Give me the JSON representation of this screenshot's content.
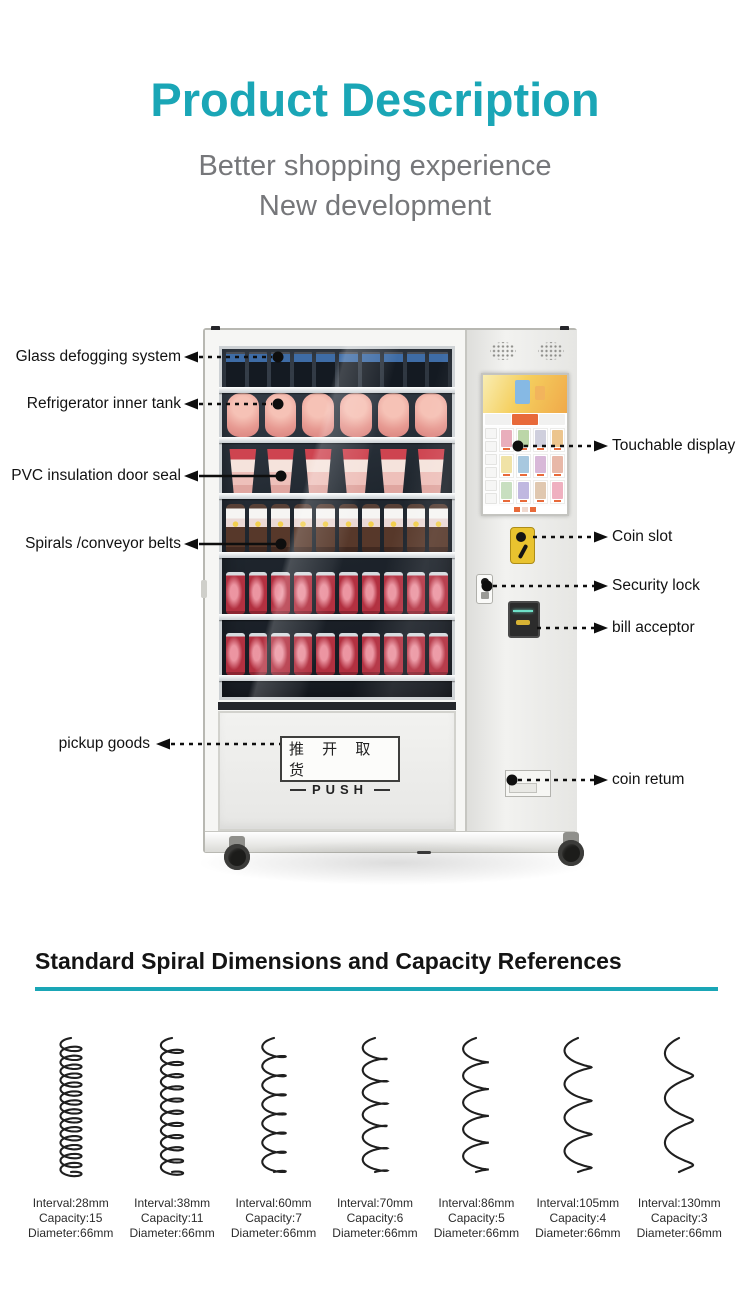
{
  "header": {
    "title": "Product Description",
    "subtitle_line1": "Better shopping experience",
    "subtitle_line2": "New development"
  },
  "colors": {
    "accent_teal": "#1aa6b6",
    "subtitle_gray": "#76777a",
    "label_black": "#121212"
  },
  "callouts": {
    "left": [
      {
        "label": "Glass defogging system"
      },
      {
        "label": "Refrigerator inner tank"
      },
      {
        "label": "PVC insulation door seal"
      },
      {
        "label": "Spirals /conveyor belts"
      },
      {
        "label": "pickup goods"
      }
    ],
    "right": [
      {
        "label": "Touchable display"
      },
      {
        "label": "Coin slot"
      },
      {
        "label": "Security lock"
      },
      {
        "label": "bill acceptor"
      },
      {
        "label": "coin retum"
      }
    ]
  },
  "machine": {
    "push_sign": {
      "line1": "推 开 取 货",
      "line2": "PUSH"
    },
    "shelves": [
      {
        "type": "cartons",
        "count": 10
      },
      {
        "type": "bags",
        "count": 6
      },
      {
        "type": "cups",
        "count": 6
      },
      {
        "type": "bottles",
        "count": 10
      },
      {
        "type": "cans",
        "count": 10
      },
      {
        "type": "cans",
        "count": 10
      }
    ],
    "screen": {
      "rows": 3,
      "cols": 4,
      "card_colors": [
        "#e9aebc",
        "#bcd6a8",
        "#cfcfdd",
        "#ecc58e",
        "#f0e2a6",
        "#a8c8df",
        "#d8b8d8",
        "#e8b8a8",
        "#c8dfc0",
        "#c0b8e0",
        "#e0c8b0",
        "#efb0c0"
      ]
    }
  },
  "spiral_section": {
    "title": "Standard Spiral Dimensions and Capacity References",
    "items": [
      {
        "interval": "Interval:28mm",
        "capacity": "Capacity:15",
        "diameter": "Diameter:66mm",
        "turns": 15
      },
      {
        "interval": "Interval:38mm",
        "capacity": "Capacity:11",
        "diameter": "Diameter:66mm",
        "turns": 11
      },
      {
        "interval": "Interval:60mm",
        "capacity": "Capacity:7",
        "diameter": "Diameter:66mm",
        "turns": 7
      },
      {
        "interval": "Interval:70mm",
        "capacity": "Capacity:6",
        "diameter": "Diameter:66mm",
        "turns": 6
      },
      {
        "interval": "Interval:86mm",
        "capacity": "Capacity:5",
        "diameter": "Diameter:66mm",
        "turns": 5
      },
      {
        "interval": "Interval:105mm",
        "capacity": "Capacity:4",
        "diameter": "Diameter:66mm",
        "turns": 4
      },
      {
        "interval": "Interval:130mm",
        "capacity": "Capacity:3",
        "diameter": "Diameter:66mm",
        "turns": 3
      }
    ]
  }
}
